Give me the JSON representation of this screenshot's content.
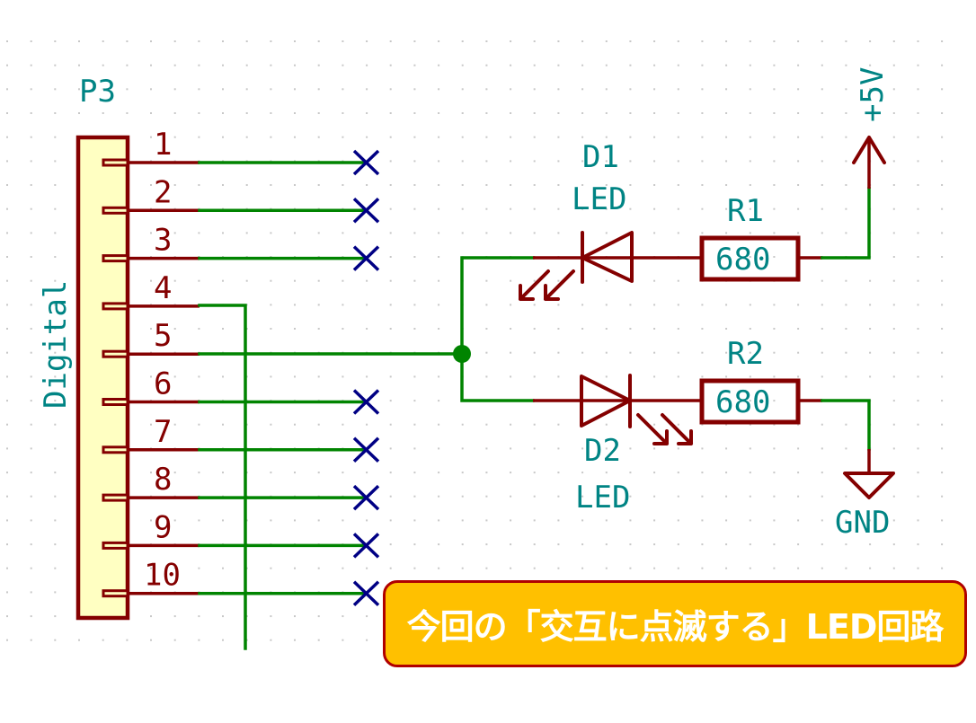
{
  "colors": {
    "wire": "#008400",
    "component": "#840000",
    "connector_fill": "#ffffc2",
    "label_text": "#008484",
    "no_connect": "#000084",
    "grid_dot": "#c8c8c8",
    "callout_fill": "#ffc000",
    "callout_border": "#b00000",
    "callout_text": "#ffffff"
  },
  "connector": {
    "reference": "P3",
    "value": "Digital",
    "pins": [
      {
        "number": "1",
        "connection": "no-connect"
      },
      {
        "number": "2",
        "connection": "no-connect"
      },
      {
        "number": "3",
        "connection": "no-connect"
      },
      {
        "number": "4",
        "connection": "wire"
      },
      {
        "number": "5",
        "connection": "junction"
      },
      {
        "number": "6",
        "connection": "no-connect"
      },
      {
        "number": "7",
        "connection": "no-connect"
      },
      {
        "number": "8",
        "connection": "no-connect"
      },
      {
        "number": "9",
        "connection": "no-connect"
      },
      {
        "number": "10",
        "connection": "no-connect"
      }
    ]
  },
  "components": {
    "d1": {
      "reference": "D1",
      "value": "LED"
    },
    "d2": {
      "reference": "D2",
      "value": "LED"
    },
    "r1": {
      "reference": "R1",
      "value": "680"
    },
    "r2": {
      "reference": "R2",
      "value": "680"
    }
  },
  "power": {
    "vcc": "+5V",
    "gnd": "GND"
  },
  "callout": {
    "text": "今回の「交互に点滅する」LED回路"
  }
}
